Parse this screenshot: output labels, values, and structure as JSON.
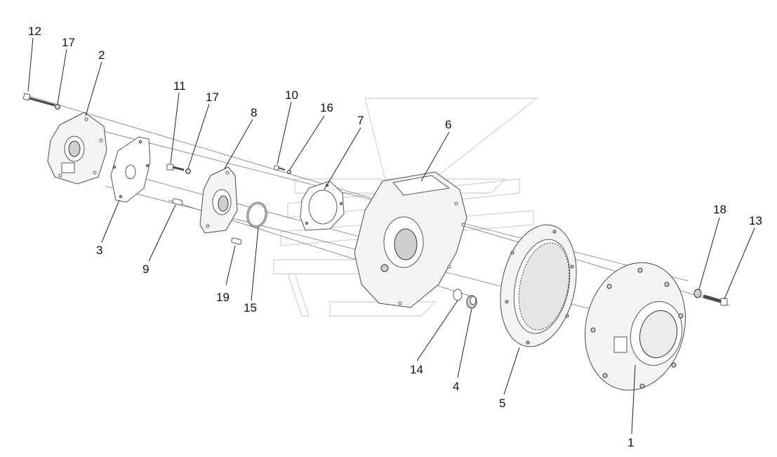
{
  "diagram": {
    "type": "exploded assembly drawing",
    "callouts": [
      {
        "id": "c1",
        "label": "1"
      },
      {
        "id": "c2",
        "label": "2"
      },
      {
        "id": "c3",
        "label": "3"
      },
      {
        "id": "c4",
        "label": "4"
      },
      {
        "id": "c5",
        "label": "5"
      },
      {
        "id": "c6",
        "label": "6"
      },
      {
        "id": "c7",
        "label": "7"
      },
      {
        "id": "c8",
        "label": "8"
      },
      {
        "id": "c9",
        "label": "9"
      },
      {
        "id": "c10",
        "label": "10"
      },
      {
        "id": "c11",
        "label": "11"
      },
      {
        "id": "c12",
        "label": "12"
      },
      {
        "id": "c13",
        "label": "13"
      },
      {
        "id": "c14",
        "label": "14"
      },
      {
        "id": "c15",
        "label": "15"
      },
      {
        "id": "c16",
        "label": "16"
      },
      {
        "id": "c17a",
        "label": "17"
      },
      {
        "id": "c17b",
        "label": "17"
      },
      {
        "id": "c18",
        "label": "18"
      },
      {
        "id": "c19",
        "label": "19"
      }
    ]
  }
}
